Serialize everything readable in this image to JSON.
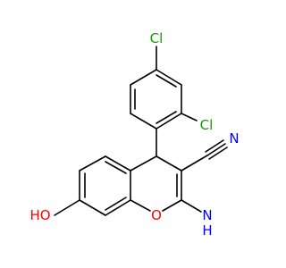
{
  "atoms": {
    "cl_top": {
      "text": "Cl",
      "color": "#1a9900"
    },
    "cl_right": {
      "text": "Cl",
      "color": "#1a9900"
    },
    "n_nitrile": {
      "text": "N",
      "color": "#0000ff"
    },
    "ring_oxygen": {
      "text": "O",
      "color": "#ff0000"
    },
    "hydroxyl": {
      "text": "HO",
      "color": "#ff0000"
    },
    "amino_n": {
      "text": "N",
      "color": "#0000ff"
    },
    "amino_h": {
      "text": "H",
      "color": "#0000ff"
    }
  },
  "colors": {
    "bond": "#000000",
    "background": "#ffffff"
  }
}
